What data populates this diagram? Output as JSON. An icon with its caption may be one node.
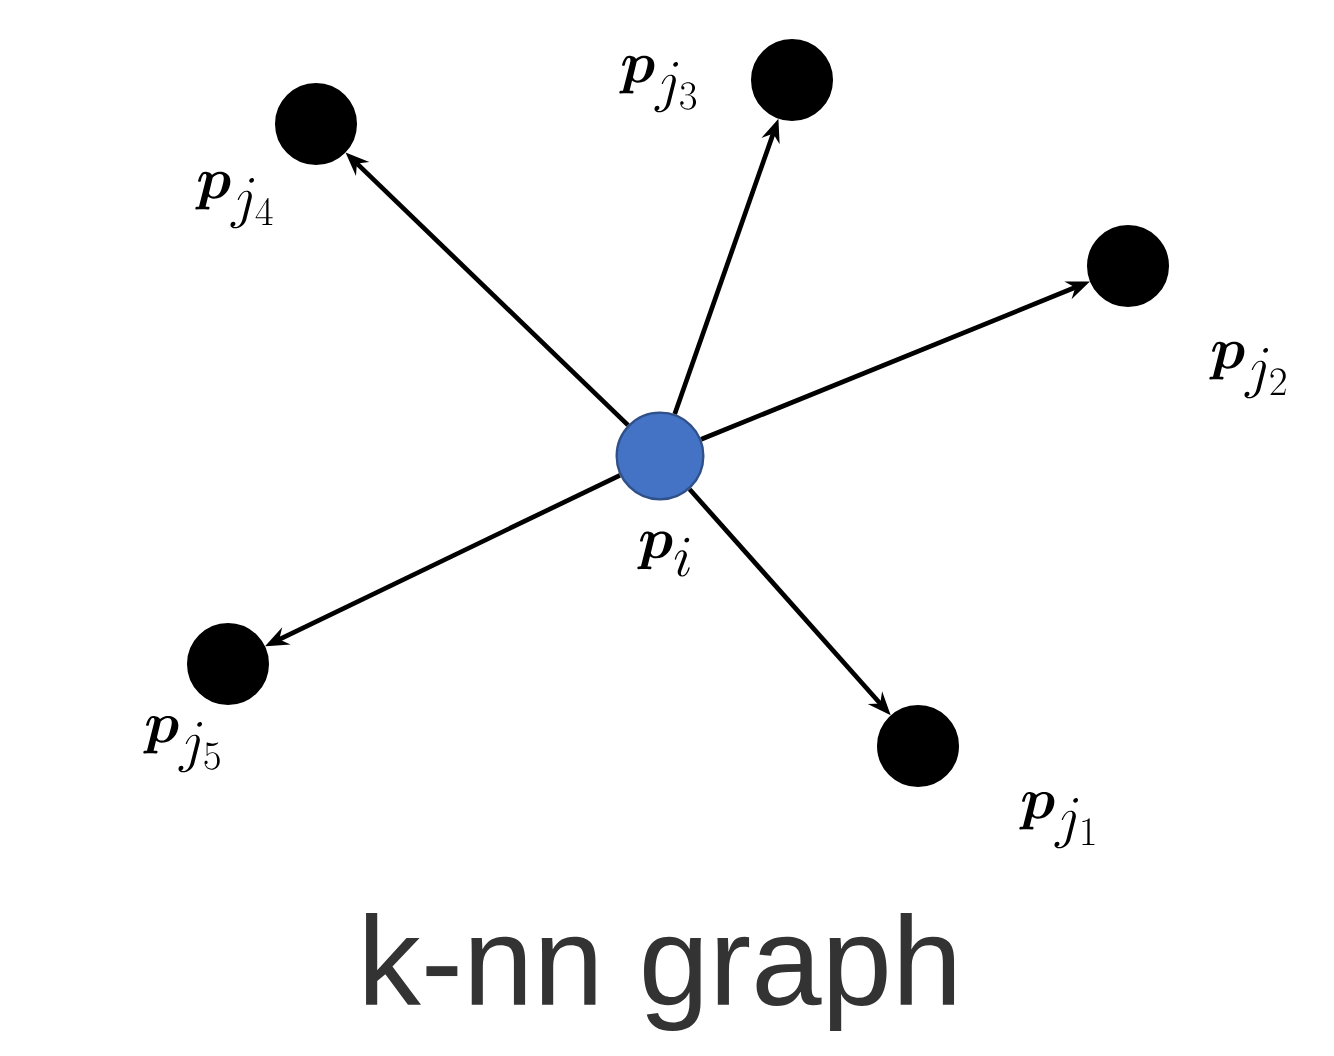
{
  "diagram": {
    "caption": "k-nn graph",
    "nodes": [
      {
        "text": [],
        "shape": "circle",
        "beside": [
          "\\boldsymbol{p}_{j_3}"
        ]
      },
      {
        "text": [],
        "shape": "circle",
        "beside": [
          "\\boldsymbol{p}_{j_4}"
        ]
      },
      {
        "text": [],
        "shape": "circle",
        "beside": [
          "\\boldsymbol{p}_{j_2}"
        ]
      },
      {
        "text": [],
        "shape": "circle",
        "beside": [
          "\\boldsymbol{p}_{i}"
        ]
      },
      {
        "text": [],
        "shape": "circle",
        "beside": [
          "\\boldsymbol{p}_{j_5}"
        ]
      },
      {
        "text": [],
        "shape": "circle",
        "beside": [
          "\\boldsymbol{p}_{j_1}"
        ]
      }
    ],
    "edges": [
      {
        "from": 3,
        "to": 5,
        "arrow": "to"
      },
      {
        "from": 3,
        "to": 2,
        "arrow": "to"
      },
      {
        "from": 3,
        "to": 0,
        "arrow": "to"
      },
      {
        "from": 3,
        "to": 1,
        "arrow": "to"
      },
      {
        "from": 3,
        "to": 4,
        "arrow": "to"
      }
    ]
  }
}
